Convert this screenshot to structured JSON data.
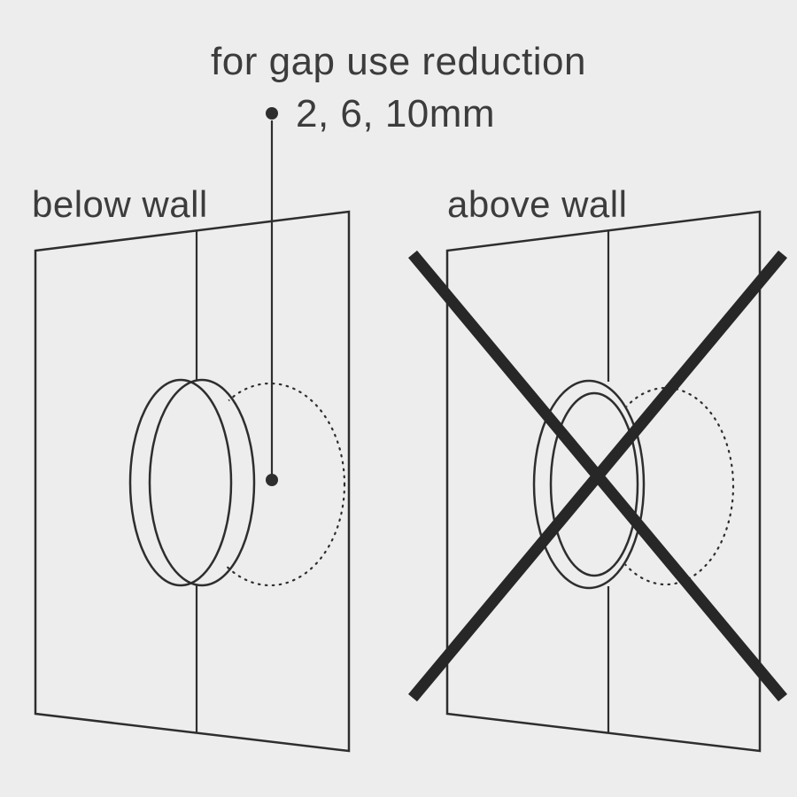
{
  "page": {
    "background_color": "#EDEDED",
    "line_color": "#2E2E2E",
    "text_color": "#3C3C3C",
    "cross_color": "#272727"
  },
  "annotation": {
    "title": "for gap use reduction",
    "values": "2, 6, 10mm"
  },
  "left_panel": {
    "label": "below wall",
    "state": "correct"
  },
  "right_panel": {
    "label": "above wall",
    "state": "incorrect-crossed-out"
  }
}
